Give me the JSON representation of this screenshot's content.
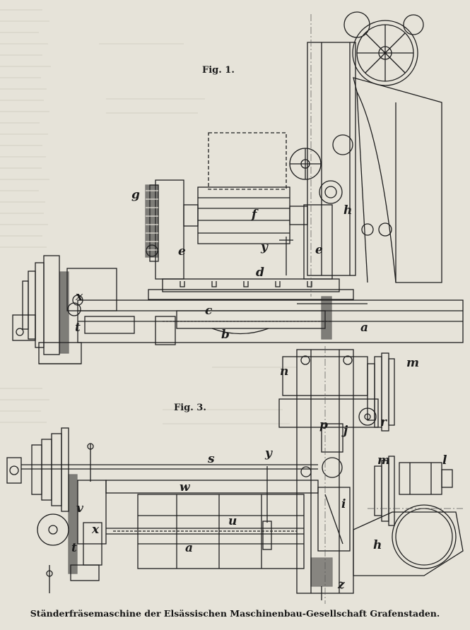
{
  "figure_labels": {
    "fig1": "Fig. 1.",
    "fig3": "Fig. 3."
  },
  "letters": {
    "g": "g",
    "f": "f",
    "e1": "e",
    "e2": "e",
    "h1": "h",
    "y1": "y",
    "d": "d",
    "a1": "a",
    "b": "b",
    "c": "c",
    "x1": "x",
    "t1": "t",
    "n": "n",
    "m1": "m",
    "m2": "m",
    "p": "p",
    "j": "j",
    "r": "r",
    "s": "s",
    "y2": "y",
    "l": "l",
    "w": "w",
    "v": "v",
    "x2": "x",
    "u": "u",
    "t2": "t",
    "a2": "a",
    "i": "i",
    "h2": "h",
    "z": "z"
  },
  "caption": "Ständerfräsemaschine der Elsässischen Maschinenbau-Gesellschaft Grafenstaden."
}
